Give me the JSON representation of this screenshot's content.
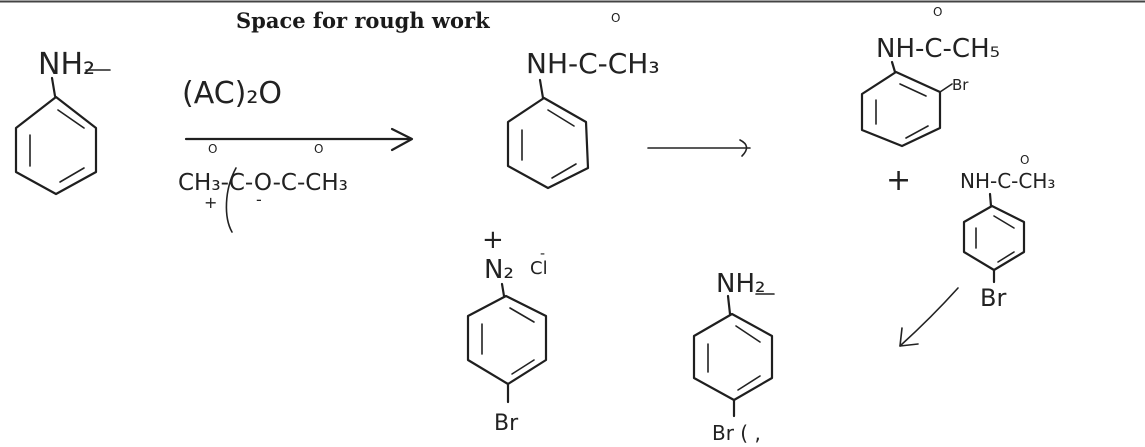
{
  "heading": "Space for rough work",
  "sketches": {
    "aniline": {
      "group": "NH₂"
    },
    "acetylation": {
      "reagent_above_arrow": "(AC)₂O",
      "reagent_below_arrow": "CH₃-C-O-C-CH₃",
      "carbonyl_oxygen_1": "O",
      "carbonyl_oxygen_2": "O",
      "plus_sign": "+",
      "minus_sign": "-"
    },
    "acetanilide": {
      "amide_group": "NH-C-CH₃",
      "carbonyl_oxygen": "O"
    },
    "ortho_product": {
      "amide_group": "NH-C-CH₅",
      "carbonyl_oxygen": "O",
      "substituent": "Br"
    },
    "plus_between_products": "+",
    "para_product": {
      "amide_group": "NH-C-CH₃",
      "carbonyl_oxygen": "O",
      "substituent": "Br"
    },
    "diazonium": {
      "charge": "+",
      "group": "N₂",
      "counter_ion": "Cl",
      "counter_charge": "-",
      "substituent": "Br"
    },
    "bromoaniline": {
      "group": "NH₂",
      "substituent": "Br",
      "trailing_mark": "Br ( ,"
    }
  }
}
